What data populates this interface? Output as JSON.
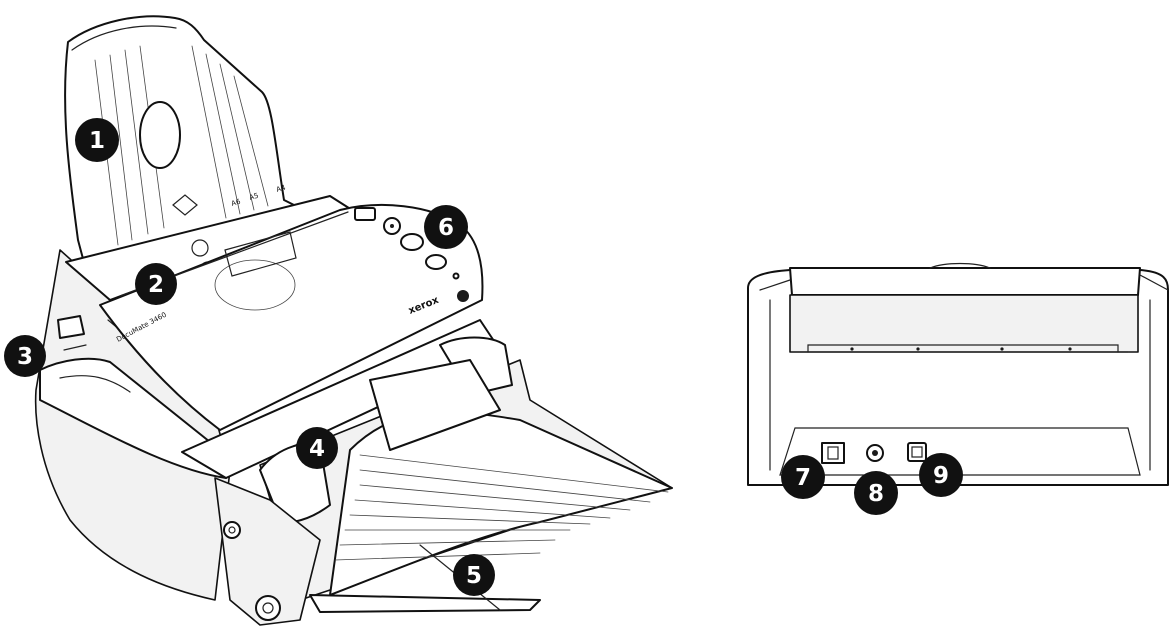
{
  "device": {
    "brand": "xerox",
    "model": "DocuMate 3460",
    "paper_guide_marks": [
      "A4",
      "A5",
      "A6",
      "A6",
      "A5",
      "A4"
    ]
  },
  "callouts": [
    {
      "number": "1"
    },
    {
      "number": "2"
    },
    {
      "number": "3"
    },
    {
      "number": "4"
    },
    {
      "number": "5"
    },
    {
      "number": "6"
    },
    {
      "number": "7"
    },
    {
      "number": "8"
    },
    {
      "number": "9"
    }
  ]
}
